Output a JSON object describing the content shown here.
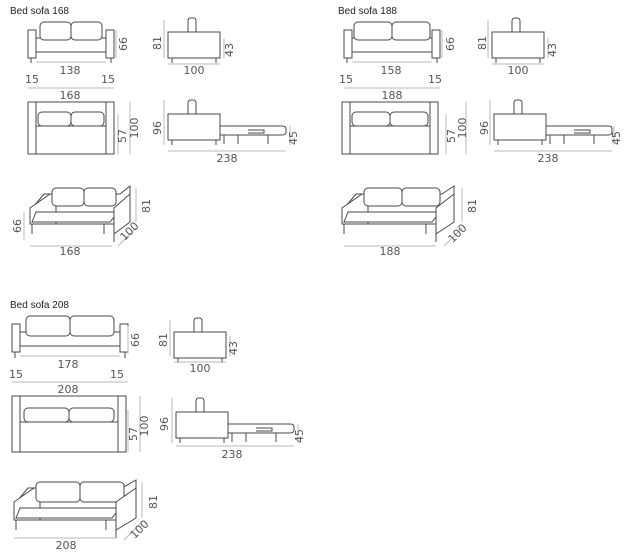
{
  "models": [
    {
      "title": "Bed sofa 168",
      "front": {
        "width": "168",
        "inner": "138",
        "arm_left": "15",
        "arm_right": "15",
        "height": "66"
      },
      "side": {
        "height": "81",
        "seat": "43",
        "depth": "100"
      },
      "top": {
        "depth": "100",
        "seat": "57"
      },
      "bed": {
        "height": "96",
        "length": "238",
        "mattress": "45"
      },
      "persp": {
        "width": "168",
        "height": "66",
        "back": "81",
        "depth": "100"
      }
    },
    {
      "title": "Bed sofa 188",
      "front": {
        "width": "188",
        "inner": "158",
        "arm_left": "15",
        "arm_right": "15",
        "height": "66"
      },
      "side": {
        "height": "81",
        "seat": "43",
        "depth": "100"
      },
      "top": {
        "depth": "100",
        "seat": "57"
      },
      "bed": {
        "height": "96",
        "length": "238",
        "mattress": "45"
      },
      "persp": {
        "width": "188",
        "height": "",
        "back": "81",
        "depth": "100"
      }
    },
    {
      "title": "Bed sofa 208",
      "front": {
        "width": "208",
        "inner": "178",
        "arm_left": "15",
        "arm_right": "15",
        "height": "66"
      },
      "side": {
        "height": "81",
        "seat": "43",
        "depth": "100"
      },
      "top": {
        "depth": "100",
        "seat": "57"
      },
      "bed": {
        "height": "96",
        "length": "238",
        "mattress": "45"
      },
      "persp": {
        "width": "208",
        "height": "",
        "back": "81",
        "depth": "100"
      }
    }
  ]
}
